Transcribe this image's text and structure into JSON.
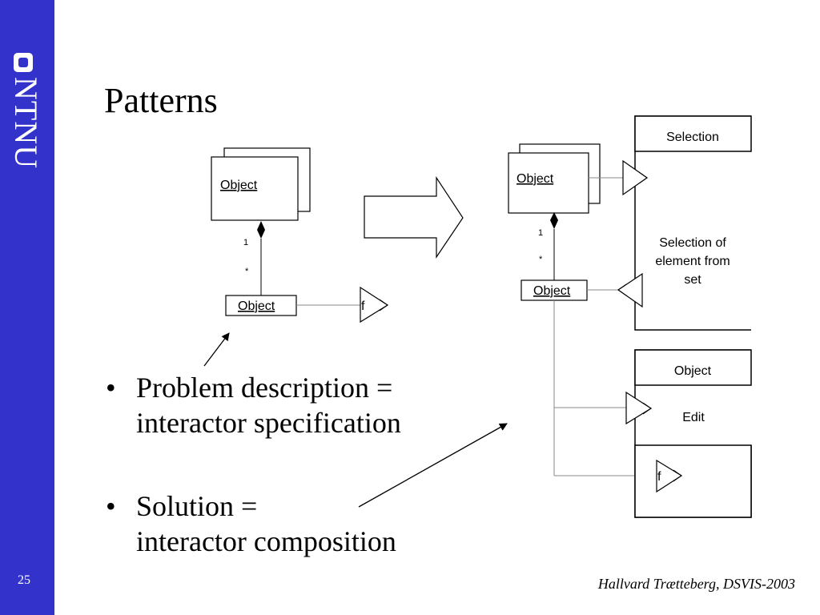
{
  "sidebar": {
    "logo_text": "NTNU",
    "page_number": "25",
    "background": "#3333cc"
  },
  "slide": {
    "title": "Patterns",
    "bullets": [
      {
        "lines": [
          "Problem description =",
          "interactor specification"
        ]
      },
      {
        "lines": [
          "Solution =",
          "interactor composition"
        ]
      }
    ],
    "footer": "Hallvard Trætteberg, DSVIS-2003"
  },
  "diagram": {
    "left": {
      "container_label": "Object",
      "multiplicity_one": "1",
      "multiplicity_many": "*",
      "element_label": "Object",
      "function_label": "f"
    },
    "right": {
      "container_label": "Object",
      "multiplicity_one": "1",
      "multiplicity_many": "*",
      "element_label": "Object",
      "selection_title": "Selection",
      "selection_desc": [
        "Selection of",
        "element from",
        "set"
      ],
      "object_title": "Object",
      "edit_label": "Edit",
      "function_label": "f"
    }
  }
}
